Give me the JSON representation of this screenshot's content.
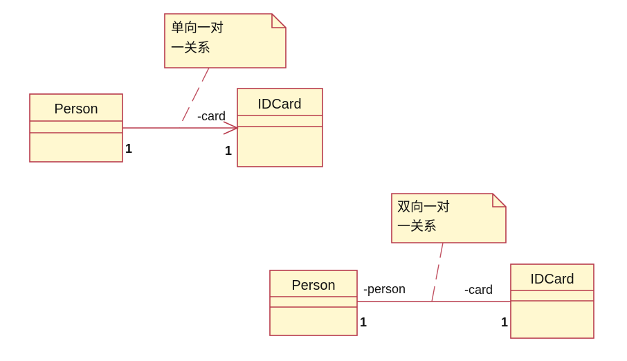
{
  "top": {
    "note_line1": "单向一对",
    "note_line2": "一关系",
    "class_left": "Person",
    "class_right": "IDCard",
    "role_right": "-card",
    "mult_left": "1",
    "mult_right": "1"
  },
  "bottom": {
    "note_line1": "双向一对",
    "note_line2": "一关系",
    "class_left": "Person",
    "class_right": "IDCard",
    "role_left": "-person",
    "role_right": "-card",
    "mult_left": "1",
    "mult_right": "1"
  },
  "colors": {
    "border": "#b83a4b",
    "fill": "#fff8d0"
  }
}
